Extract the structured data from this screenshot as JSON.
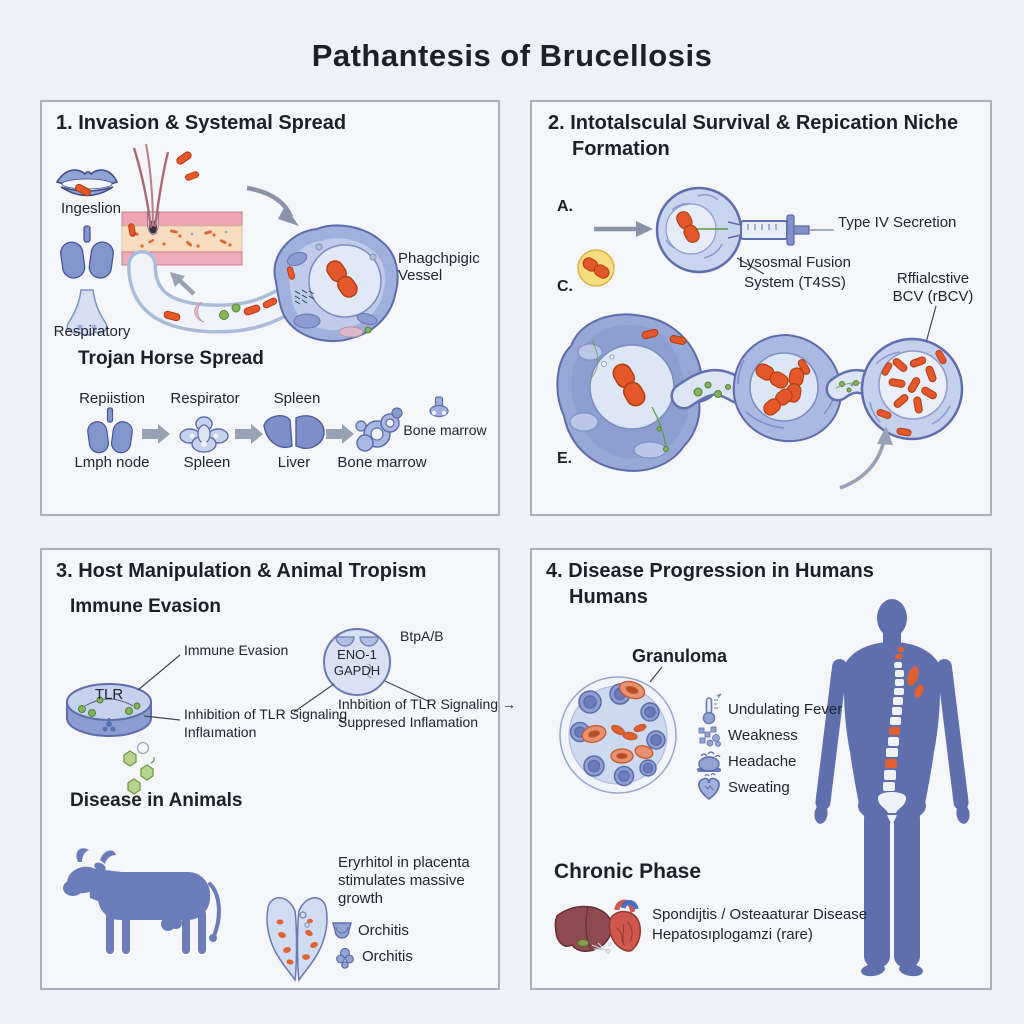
{
  "title": "Pathantesis of Brucellosis",
  "colors": {
    "bacteria_orange": "#e4572a",
    "cell_blue": "#9fb0dd",
    "cell_outline": "#5c6cab",
    "figure_blue": "#5f6fae",
    "cow_blue": "#6b7cba",
    "arrow_gray": "#8a93a8",
    "yellow_vesicle": "#f7db7f",
    "green_dot": "#85b35a",
    "panel_bg": "#f4f6fa",
    "page_bg": "#eff1f7",
    "text_dark": "#23262e"
  },
  "panel1": {
    "title": "1. Invasion & Systemal Spread",
    "ingestion_label": "Ingeslion",
    "respiratory_label": "Respiratory",
    "phago_line1": "Phagchpigic",
    "phago_line2": "Vessel",
    "trojan_title": "Trojan Horse Spread",
    "trojan": {
      "steps": [
        {
          "top": "Repiistion",
          "bottom": "Lmph node"
        },
        {
          "top": "Respirator",
          "bottom": "Spleen"
        },
        {
          "top": "Spleen",
          "bottom": "Liver"
        },
        {
          "top": "",
          "bottom": "Bone marrow"
        }
      ],
      "side_label": "Bone marrow"
    }
  },
  "panel2": {
    "title_line1": "2. Intotalsculal Survival & Repication Niche",
    "title_line2": "Formation",
    "label_a": "A.",
    "label_c": "C.",
    "label_e": "E.",
    "type4_label": "Type IV Secretion",
    "lysosomal_line1": "Lysosmal Fusion",
    "lysosomal_line2": "System (T4SS)",
    "rbcv_line1": "Rffialcstive",
    "rbcv_line2": "BCV (rBCV)"
  },
  "panel3": {
    "title": "3. Host Manipulation & Animal Tropism",
    "immune_heading": "Immune Evasion",
    "tlr_label": "TLR",
    "immune_annotation": "Immune Evasion",
    "inhibition_line1": "Inhibition of TLR Signaling",
    "inhibition_line2": "Inflaımation",
    "eno_line1": "ENO-1",
    "eno_line2": "GAPDH",
    "btp_label": "BtpA/B",
    "right_annot_line1": "Inhbition of TLR Signaling →",
    "right_annot_line2": "Suppresed Inflamation",
    "disease_heading": "Disease in Animals",
    "placenta_line1": "Eryrhitol in placenta",
    "placenta_line2": "stimulates massive",
    "placenta_line3": "growth",
    "orchitis1": "Orchitis",
    "orchitis2": "Orchitis"
  },
  "panel4": {
    "title_line1": "4. Disease Progression in Humans",
    "title_line2": "Humans",
    "granuloma_label": "Granuloma",
    "symptoms": [
      {
        "label": "Undulating Fever"
      },
      {
        "label": "Weakness"
      },
      {
        "label": "Headache"
      },
      {
        "label": "Sweating"
      }
    ],
    "chronic_heading": "Chronic Phase",
    "chronic_line1": "Spondijtis / Osteaaturar Disease",
    "chronic_line2": "Hepatosıplogamzi (rare)"
  }
}
